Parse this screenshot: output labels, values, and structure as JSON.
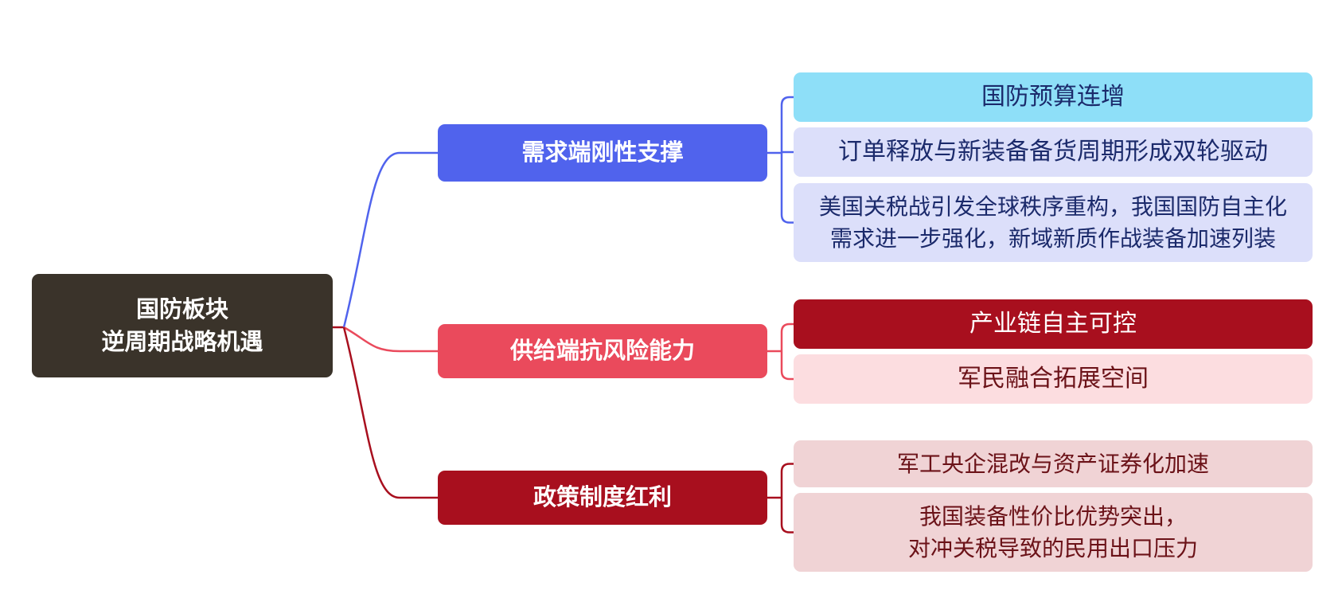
{
  "root": {
    "label": "国防板块\n逆周期战略机遇",
    "color": "#3a332a"
  },
  "branches": [
    {
      "label": "需求端刚性支撑",
      "color": "#5063ed",
      "line_color": "#5063ed",
      "leaves": [
        {
          "label": "国防预算连增",
          "bg": "#8edff8",
          "fg": "#1b2a6b"
        },
        {
          "label": "订单释放与新装备备货周期形成双轮驱动",
          "bg": "#dcdffa",
          "fg": "#1b2a6b"
        },
        {
          "label": "美国关税战引发全球秩序重构，我国国防自主化\n需求进一步强化，新域新质作战装备加速列装",
          "bg": "#dcdffa",
          "fg": "#1b2a6b"
        }
      ]
    },
    {
      "label": "供给端抗风险能力",
      "color": "#ea4a5c",
      "line_color": "#ea4a5c",
      "leaves": [
        {
          "label": "产业链自主可控",
          "bg": "#a80f1e",
          "fg": "#ffffff"
        },
        {
          "label": "军民融合拓展空间",
          "bg": "#fcdde0",
          "fg": "#6b1218"
        }
      ]
    },
    {
      "label": "政策制度红利",
      "color": "#a80f1e",
      "line_color": "#a80f1e",
      "leaves": [
        {
          "label": "军工央企混改与资产证券化加速",
          "bg": "#f0d3d5",
          "fg": "#6b1218"
        },
        {
          "label": "我国装备性价比优势突出，\n对冲关税导致的民用出口压力",
          "bg": "#f0d3d5",
          "fg": "#6b1218"
        }
      ]
    }
  ]
}
